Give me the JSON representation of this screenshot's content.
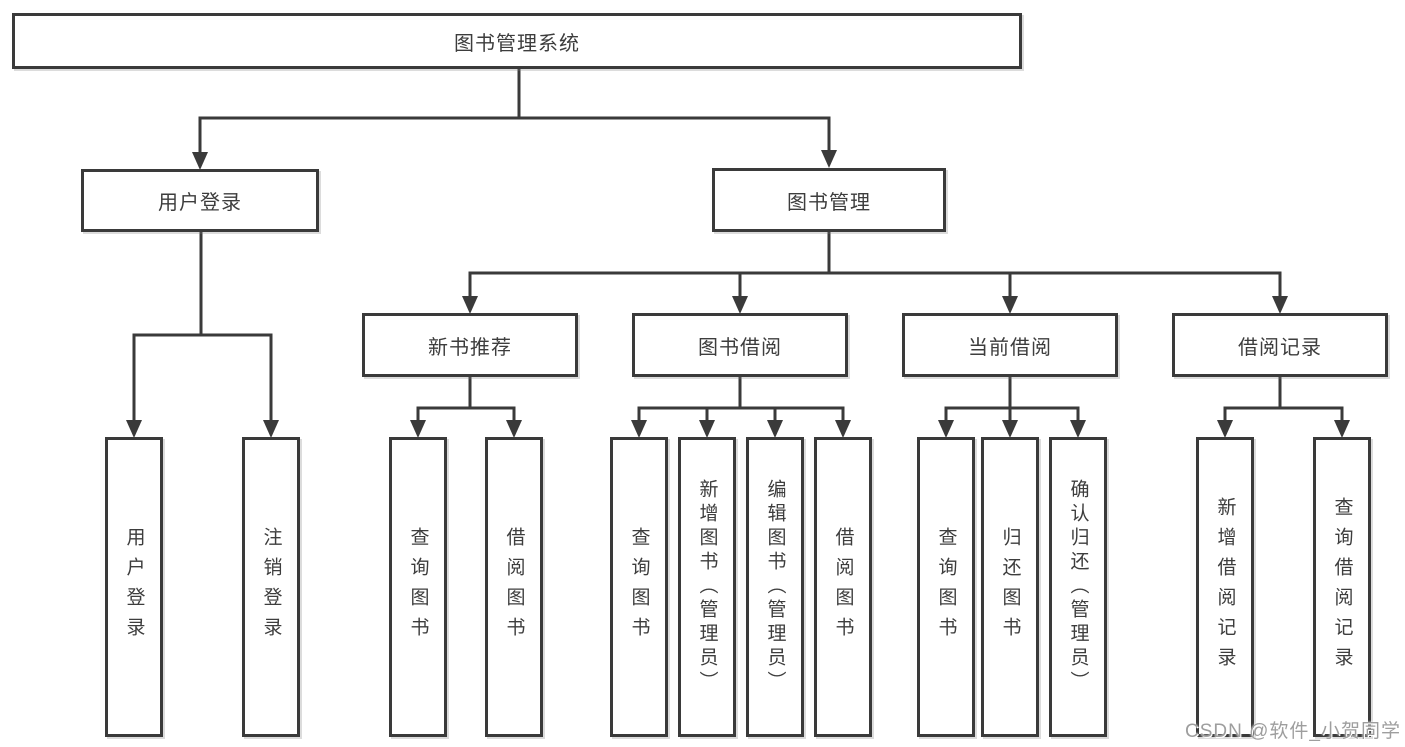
{
  "colors": {
    "line": "#3a3a3a",
    "node_border": "#3a3a3a",
    "node_text": "#3d3d3d",
    "background": "#ffffff",
    "watermark_text": "#9e9e9e"
  },
  "diagram": {
    "root": {
      "label": "图书管理系统"
    },
    "branches": [
      {
        "label": "用户登录",
        "children": [
          {
            "label": "用户登录"
          },
          {
            "label": "注销登录"
          }
        ]
      },
      {
        "label": "图书管理",
        "groups": [
          {
            "label": "新书推荐",
            "children": [
              {
                "label": "查询图书"
              },
              {
                "label": "借阅图书"
              }
            ]
          },
          {
            "label": "图书借阅",
            "children": [
              {
                "label": "查询图书"
              },
              {
                "label": "新增图书（管理员）"
              },
              {
                "label": "编辑图书（管理员）"
              },
              {
                "label": "借阅图书"
              }
            ]
          },
          {
            "label": "当前借阅",
            "children": [
              {
                "label": "查询图书"
              },
              {
                "label": "归还图书"
              },
              {
                "label": "确认归还（管理员）"
              }
            ]
          },
          {
            "label": "借阅记录",
            "children": [
              {
                "label": "新增借阅记录"
              },
              {
                "label": "查询借阅记录"
              }
            ]
          }
        ]
      }
    ]
  },
  "watermark": {
    "text": "CSDN @软件_小贺同学"
  }
}
